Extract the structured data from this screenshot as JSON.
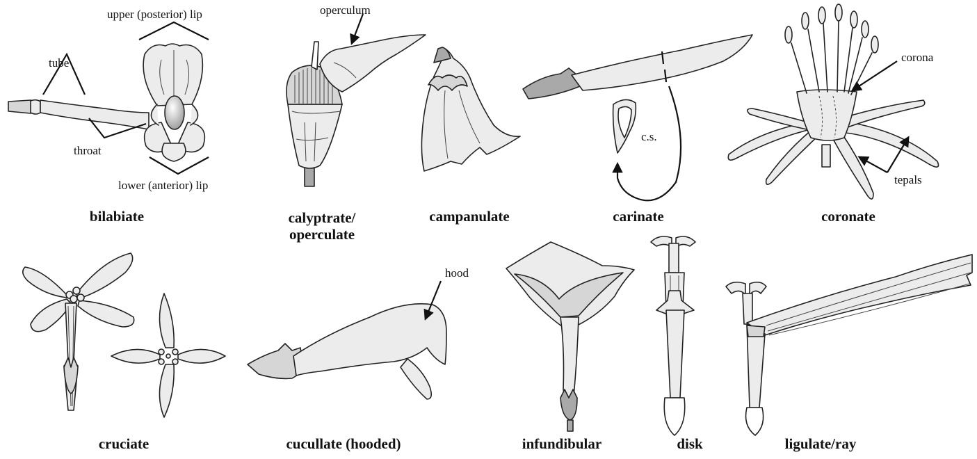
{
  "labels": {
    "upper_lip": "upper (posterior) lip",
    "tube": "tube",
    "throat": "throat",
    "lower_lip": "lower (anterior) lip",
    "operculum": "operculum",
    "cs": "c.s.",
    "corona": "corona",
    "tepals": "tepals",
    "hood": "hood"
  },
  "captions": {
    "bilabiate": "bilabiate",
    "calyptrate_1": "calyptrate/",
    "calyptrate_2": "operculate",
    "campanulate": "campanulate",
    "carinate": "carinate",
    "coronate": "coronate",
    "cruciate": "cruciate",
    "cucullate": "cucullate (hooded)",
    "infundibular": "infundibular",
    "disk": "disk",
    "ligulate": "ligulate/ray"
  }
}
